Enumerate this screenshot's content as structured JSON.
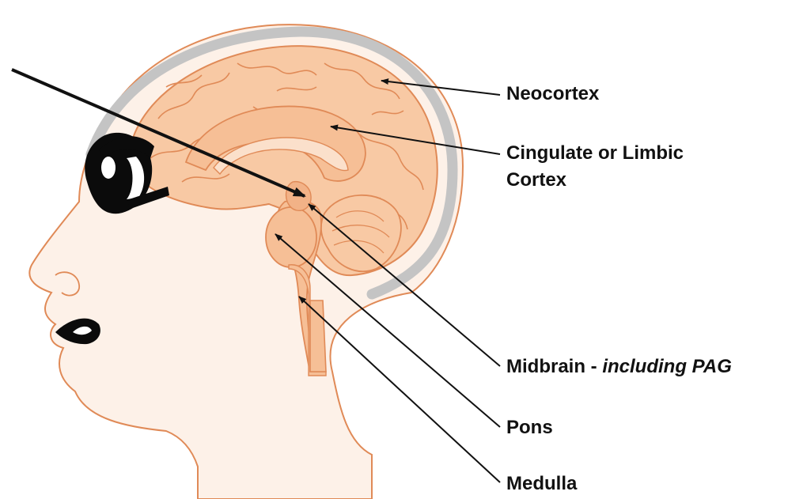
{
  "labels": {
    "neocortex": "Neocortex",
    "cingulate_line1": "Cingulate or Limbic",
    "cingulate_line2": "Cortex",
    "midbrain": "Midbrain - ",
    "midbrain_italic": "including PAG",
    "pons": "Pons",
    "medulla": "Medulla"
  },
  "colors": {
    "brain_fill": "#f8c9a4",
    "skin_fill": "#fdf1e8",
    "outline": "#e08a57",
    "skull": "#c4c4c4",
    "ink": "#111111"
  }
}
